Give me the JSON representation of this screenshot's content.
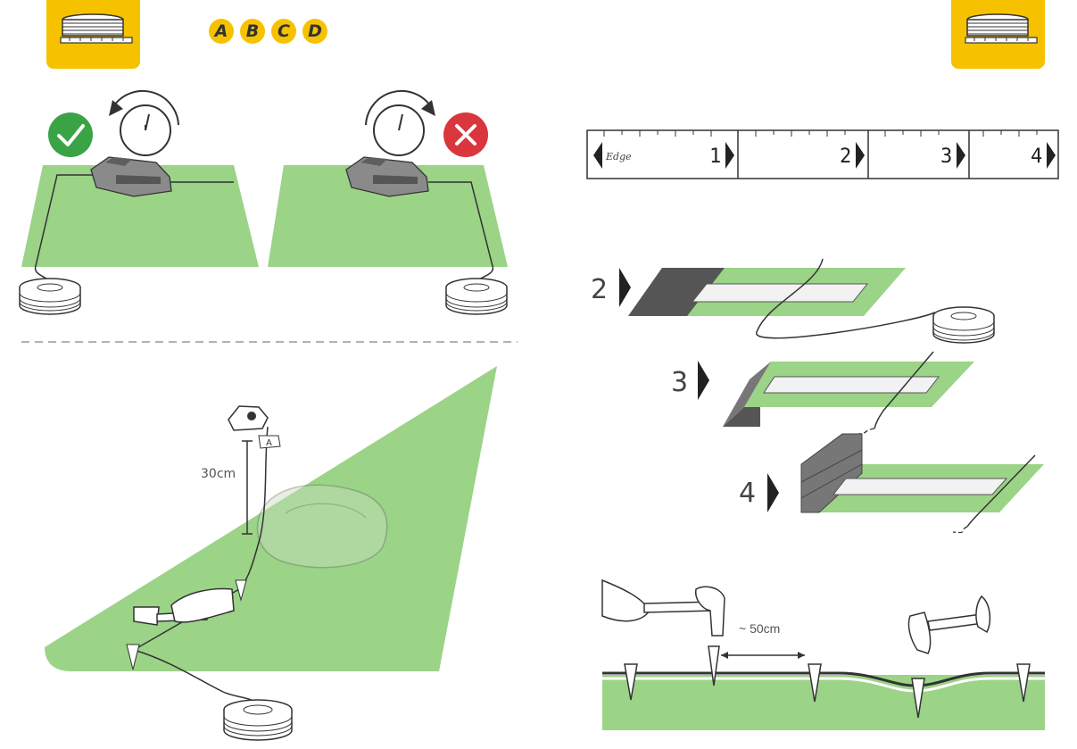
{
  "header": {
    "left_tab_icon": "measuring-tape-icon",
    "right_tab_icon": "measuring-tape-icon",
    "badges": [
      "A",
      "B",
      "C",
      "D"
    ]
  },
  "left_top": {
    "correct_icon": "checkmark-icon",
    "wrong_icon": "cross-icon",
    "correct_clock_icon": "clock-counterclockwise-icon",
    "wrong_clock_icon": "clock-clockwise-icon",
    "colors": {
      "grass": "#9bd387",
      "correct": "#3aa346",
      "wrong": "#d9363e",
      "accent": "#f6c200"
    }
  },
  "left_bottom": {
    "distance_label": "30cm",
    "post_tag": "A"
  },
  "ruler": {
    "edge_label": "Edge",
    "segments": [
      "1",
      "2",
      "3",
      "4"
    ]
  },
  "right_steps": {
    "step2": "2",
    "step3": "3",
    "step4": "4"
  },
  "pegs": {
    "distance_label": "~ 50cm"
  }
}
